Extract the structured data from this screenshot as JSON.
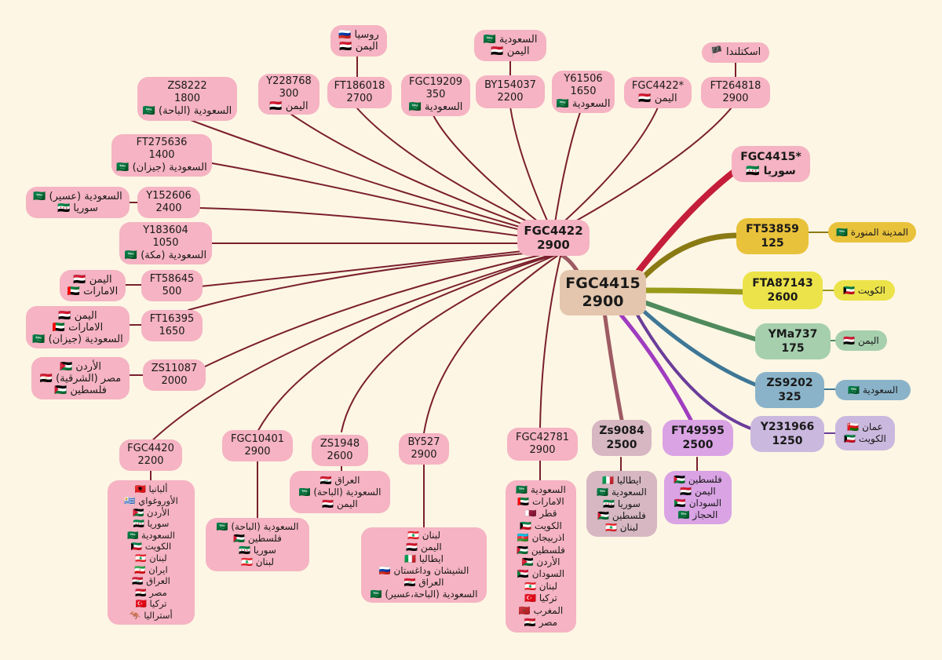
{
  "colors": {
    "background": "#fdf6e4",
    "pink_box": "#f5b3c3",
    "dark_red_line": "#7a1f2e",
    "root_box": "#e3c6ad",
    "ft53859_box": "#e9c23b",
    "fta87143_box": "#ece34a",
    "yma737_box": "#a6cfae",
    "zs9202_box": "#8ab3c9",
    "y231966_box": "#cbb8de",
    "zs9084_box": "#d6b7c2",
    "ft49595_box": "#d9a3e4"
  },
  "root": {
    "id": "FGC4415",
    "age": "2900"
  },
  "hub": {
    "id": "FGC4422",
    "age": "2900"
  },
  "fgc4415_star": {
    "id": "FGC4415*",
    "country": "سوريا 🇸🇾"
  },
  "right_branches": [
    {
      "id": "FT53859",
      "age": "125",
      "region": "المدينة المنورة 🇸🇦"
    },
    {
      "id": "FTA87143",
      "age": "2600",
      "region": "الكويت 🇰🇼"
    },
    {
      "id": "YMa737",
      "age": "175",
      "region": "اليمن 🇾🇪"
    },
    {
      "id": "ZS9202",
      "age": "325",
      "region": "السعودية 🇸🇦"
    },
    {
      "id": "Y231966",
      "age": "1250",
      "region": [
        "عمان 🇴🇲",
        "الكويت 🇰🇼"
      ]
    }
  ],
  "zs9084": {
    "id": "Zs9084",
    "age": "2500",
    "countries": [
      "ايطاليا 🇮🇹",
      "السعودية 🇸🇦",
      "سوريا 🇸🇾",
      "فلسطين 🇵🇸",
      "لبنان 🇱🇧"
    ]
  },
  "ft49595": {
    "id": "FT49595",
    "age": "2500",
    "countries": [
      "فلسطين 🇵🇸",
      "اليمن 🇾🇪",
      "السودان 🇸🇩",
      "الحجاز 🇸🇦"
    ]
  },
  "top": [
    {
      "id": "ZS8222",
      "age": "1800",
      "country": "السعودية (الباحة) 🇸🇦"
    },
    {
      "id": "Y228768",
      "age": "300",
      "country": "اليمن 🇾🇪"
    },
    {
      "id": "FT186018",
      "age": "2700",
      "above": [
        "روسيا 🇷🇺",
        "اليمن 🇾🇪"
      ]
    },
    {
      "id": "FGC19209",
      "age": "350",
      "country": "السعودية 🇸🇦"
    },
    {
      "id": "BY154037",
      "age": "2200",
      "above": [
        "السعودية 🇸🇦",
        "اليمن 🇾🇪"
      ]
    },
    {
      "id": "Y61506",
      "age": "1650",
      "country": "السعودية 🇸🇦"
    },
    {
      "id": "FGC4422*",
      "country": "اليمن 🇾🇪"
    },
    {
      "id": "FT264818",
      "age": "2900",
      "above": [
        "اسكتلندا 🏴"
      ]
    }
  ],
  "left": [
    {
      "id": "FT275636",
      "age": "1400",
      "country": "السعودية (جيزان) 🇸🇦"
    },
    {
      "id": "Y152606",
      "age": "2400",
      "side": [
        "السعودية (عسير) 🇸🇦",
        "سوريا 🇸🇾"
      ]
    },
    {
      "id": "Y183604",
      "age": "1050",
      "country": "السعودية (مكة) 🇸🇦"
    },
    {
      "id": "FT58645",
      "age": "500",
      "side": [
        "اليمن 🇾🇪",
        "الامارات 🇦🇪"
      ]
    },
    {
      "id": "FT16395",
      "age": "1650",
      "side": [
        "اليمن 🇾🇪",
        "الامارات 🇦🇪",
        "السعودية (جيزان) 🇸🇦"
      ]
    },
    {
      "id": "ZS11087",
      "age": "2000",
      "side": [
        "الأردن 🇯🇴",
        "مصر (الشرقية) 🇪🇬",
        "فلسطين 🇵🇸"
      ]
    }
  ],
  "bottom": [
    {
      "id": "FGC4420",
      "age": "2200",
      "countries": [
        "ألبانيا 🇦🇱",
        "الأوروغواي 🇺🇾",
        "الأردن 🇯🇴",
        "سوريا 🇸🇾",
        "السعودية 🇸🇦",
        "الكويت 🇰🇼",
        "لبنان 🇱🇧",
        "ايران 🇮🇷",
        "العراق 🇮🇶",
        "مصر 🇪🇬",
        "تركيا 🇹🇷",
        "أستراليا 🦘"
      ]
    },
    {
      "id": "FGC10401",
      "age": "2900",
      "countries": [
        "السعودية (الباحة) 🇸🇦",
        "فلسطين 🇵🇸",
        "سوريا 🇸🇾",
        "لبنان 🇱🇧"
      ]
    },
    {
      "id": "ZS1948",
      "age": "2600",
      "countries": [
        "العراق 🇮🇶",
        "السعودية (الباحة) 🇸🇦",
        "اليمن 🇾🇪"
      ]
    },
    {
      "id": "BY527",
      "age": "2900",
      "countries": [
        "لبنان 🇱🇧",
        "اليمن 🇾🇪",
        "ايطاليا 🇮🇹",
        "الشيشان وداغستان 🇷🇺",
        "العراق 🇮🇶",
        "السعودية (الباحة،عسير) 🇸🇦"
      ]
    },
    {
      "id": "FGC42781",
      "age": "2900",
      "countries": [
        "السعودية 🇸🇦",
        "الامارات 🇦🇪",
        "قطر 🇶🇦",
        "الكويت 🇰🇼",
        "اذربيجان 🇦🇿",
        "فلسطين 🇵🇸",
        "الأردن 🇯🇴",
        "السودان 🇸🇩",
        "لبنان 🇱🇧",
        "تركيا 🇹🇷",
        "المغرب 🇲🇦",
        "مصر 🇪🇬"
      ]
    }
  ]
}
